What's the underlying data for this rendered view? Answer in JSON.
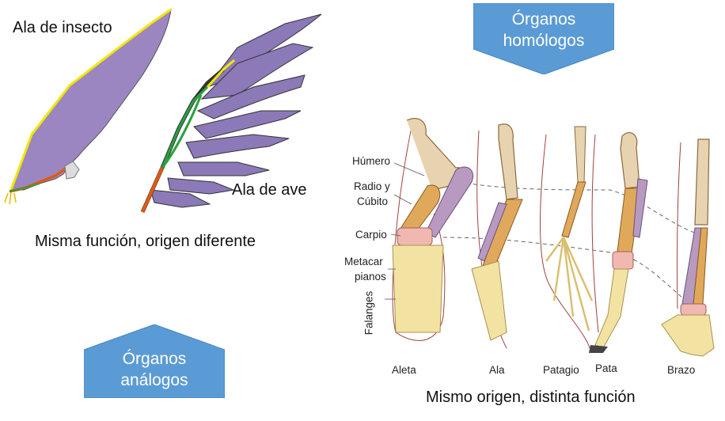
{
  "left": {
    "insect_label": "Ala de insecto",
    "bird_label": "Ala de ave",
    "caption": "Misma función, origen diferente",
    "badge_line1": "Órganos",
    "badge_line2": "análogos"
  },
  "right": {
    "badge_line1": "Órganos",
    "badge_line2": "homólogos",
    "bones": {
      "humero": "Húmero",
      "radio1": "Radio y",
      "radio2": "Cúbito",
      "carpio": "Carpio",
      "meta1": "Metacar",
      "meta2": "pianos",
      "falanges": "Falanges"
    },
    "limbs": [
      "Aleta",
      "Ala",
      "Patagio",
      "Pata",
      "Brazo"
    ],
    "caption": "Mismo origen, distinta función"
  },
  "colors": {
    "badge": "#5b9bd5",
    "insect_wing": "#9b86c2",
    "bird_feathers": "#8b79b8",
    "humerus": "#e8d3b0",
    "radius": "#e0a85a",
    "ulna": "#b89ac0",
    "hand": "#f3e3a2"
  }
}
